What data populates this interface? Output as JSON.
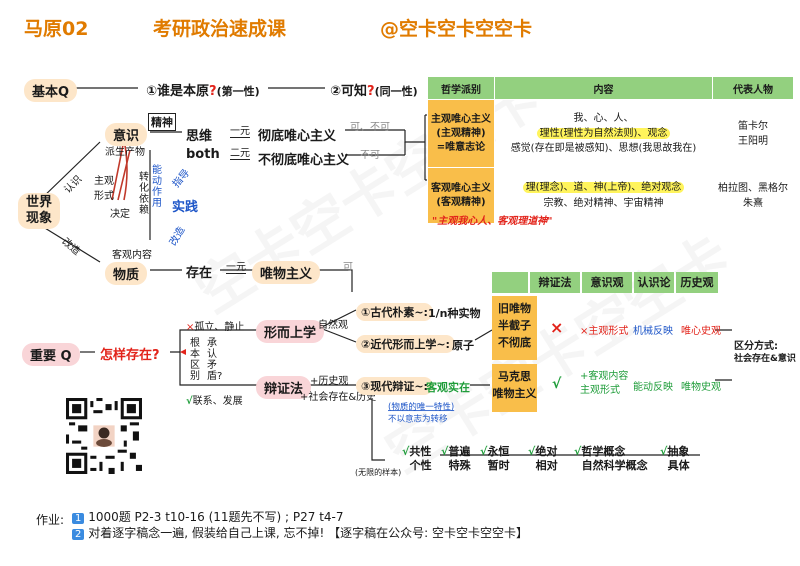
{
  "header": {
    "left": "马原02",
    "middle": "考研政治速成课",
    "right": "@空卡空卡空空卡"
  },
  "top": {
    "basic_q": "基本Q",
    "q1_prefix": "①谁是本原",
    "q1_mark": "?",
    "q1_note": "(第一性)",
    "q2_prefix": "②可知",
    "q2_mark": "?",
    "q2_note": "(同一性)"
  },
  "center": {
    "yishi": "意识",
    "jingshen": "精神",
    "paisheng": "派生产物",
    "zhuguan_xingshi": "主观形式",
    "jueding": "决定",
    "nengdong": "能动作用",
    "zhuanhua": "转化依赖",
    "zhidao": "指导",
    "shijian": "实践",
    "gaizao": "改造",
    "keguan_neirong": "客观内容",
    "renshi": "认识",
    "gaizao2": "改造",
    "shijie1": "世界",
    "shijie2": "现象",
    "wuzhi": "物质",
    "siwei": "思维",
    "both": "both",
    "yiyuan1": "一元",
    "eryuan": "二元",
    "yiyuan2": "一元",
    "chedi_weixin": "彻底唯心主义",
    "buchedi_weixin": "不彻底唯心主义",
    "ke_buke": "可、不可",
    "buke": "不可",
    "cunzai": "存在",
    "weiwu": "唯物主义",
    "ke": "可"
  },
  "table1": {
    "headers": [
      "哲学派别",
      "内容",
      "代表人物"
    ],
    "rows": [
      {
        "school_lines": [
          "主观唯心主义",
          "(主观精神)",
          "=唯意志论"
        ],
        "content_lines": [
          "我、心、人、",
          "理性(理性为自然法则)、观念",
          "感觉(存在即是被感知)、思想(我思故我在)"
        ],
        "people_lines": [
          "笛卡尔",
          "王阳明"
        ]
      },
      {
        "school_lines": [
          "客观唯心主义",
          "(客观精神)"
        ],
        "content_lines": [
          "理(理念)、道、神(上帝)、绝对观念",
          "宗教、绝对精神、宇宙精神"
        ],
        "people_lines": [
          "柏拉图、黑格尔",
          "朱熹"
        ]
      }
    ],
    "slogan": "\"主观我心人、客观理道神\""
  },
  "lower": {
    "important_q": "重要 Q",
    "how_exist": "怎样存在?",
    "xing_er": "形而上学",
    "bianzheng": "辩证法",
    "guli": "孤立、静止",
    "lianxi": "联系、发展",
    "genben1": "根本区别",
    "genben2": "承认矛盾?",
    "ziran_guan": "自然观",
    "lishi_guan": "+历史观",
    "shehui": "+社会存在&历史",
    "b1": "①古代朴素~:",
    "b1r": "1/n种实物",
    "b2": "②近代形而上学~:",
    "b2r": "原子",
    "b3": "③现代辩证~:",
    "b3r": "客观实在",
    "b3n1": "(物质的唯一特性)",
    "b3n2": "不以意志为转移",
    "infinite": "(无限的样本)"
  },
  "table2": {
    "headers": [
      "辩证法",
      "意识观",
      "认识论",
      "历史观"
    ],
    "row1_label": [
      "旧唯物",
      "半截子",
      "不彻底"
    ],
    "row1_x": "×",
    "row1_vals": [
      "×主观形式",
      "机械反映",
      "唯心史观"
    ],
    "row2_label": [
      "马克思",
      "唯物主义"
    ],
    "row2_check": "√",
    "row2_vals": [
      "+客观内容",
      "主观形式",
      "能动反映",
      "唯物史观"
    ],
    "qufen": "区分方式:",
    "qufen2": "社会存在&意识"
  },
  "pairs": [
    [
      "共性",
      "个性"
    ],
    [
      "普遍",
      "特殊"
    ],
    [
      "永恒",
      "暂时"
    ],
    [
      "绝对",
      "相对"
    ],
    [
      "哲学概念",
      "自然科学概念"
    ],
    [
      "抽象",
      "具体"
    ]
  ],
  "homework": {
    "label": "作业:",
    "line1": "1000题  P2-3 t10-16 (11题先不写) ; P27 t4-7",
    "line2": "对着逐字稿念一遍, 假装给自己上课, 忘不掉! 【逐字稿在公众号: 空卡空卡空空卡】"
  },
  "watermark": "空卡空卡空空卡",
  "colors": {
    "accent": "#e07b00",
    "green": "#93d07f",
    "yellow": "#f9be4a",
    "peach": "#fde6c9",
    "pink": "#f9d5d8",
    "red": "#e2231a",
    "blue": "#1e56c8"
  }
}
